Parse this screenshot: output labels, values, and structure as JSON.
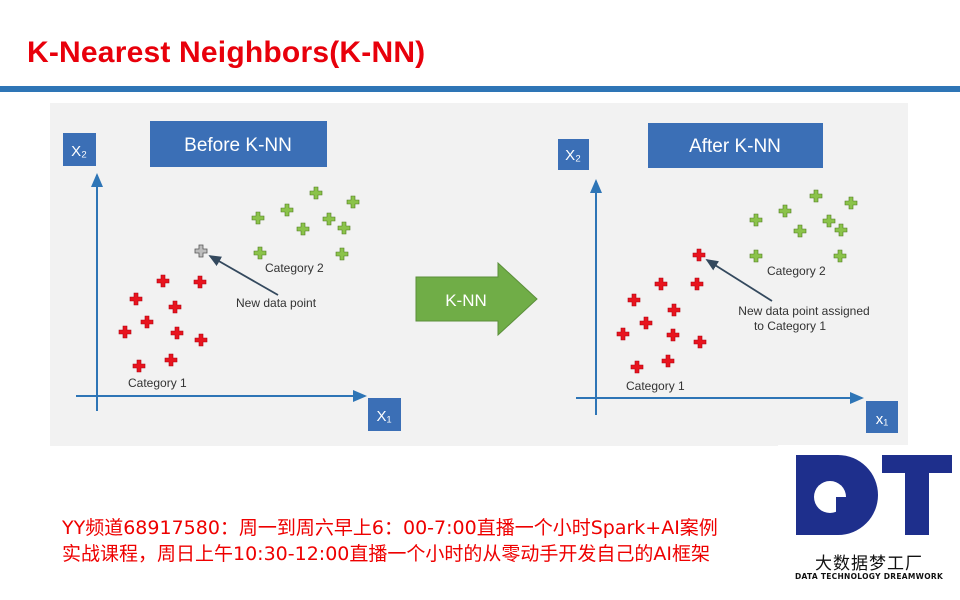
{
  "slide": {
    "title": "K-Nearest Neighbors(K-NN)",
    "caption_line1": "YY频道68917580：周一到周六早上6：00-7:00直播一个小时Spark+AI案例",
    "caption_line2": "实战课程，周日上午10:30-12:00直播一个小时的从零动手开发自己的AI框架"
  },
  "diagram": {
    "before": {
      "header": "Before K-NN",
      "x_axis": "X₁",
      "y_axis": "X₂",
      "category1_label": "Category 1",
      "category2_label": "Category 2",
      "new_point_label": "New data point"
    },
    "arrow_label": "K-NN",
    "after": {
      "header": "After K-NN",
      "x_axis": "x₁",
      "y_axis": "X₂",
      "category1_label": "Category 1",
      "category2_label": "Category 2",
      "new_point_label_line1": "New data point assigned",
      "new_point_label_line2": "to Category 1"
    },
    "colors": {
      "category1": "#e8141e",
      "category2": "#7cb342",
      "new_point": "#9e9e9e",
      "axis": "#2e75b6",
      "header_box": "#3b6fb6",
      "arrow": "#70ad47"
    }
  },
  "logo": {
    "letters": "DT",
    "name_cn": "大数据梦工厂",
    "name_en": "DATA TECHNOLOGY DREAMWORK"
  }
}
